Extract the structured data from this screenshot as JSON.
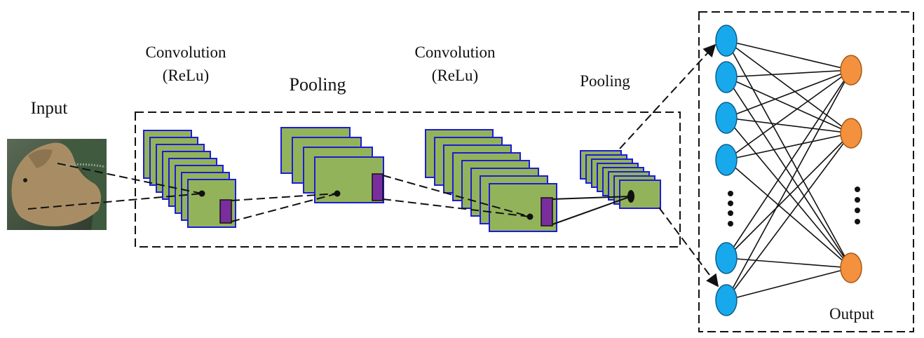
{
  "labels": {
    "input": "Input",
    "conv1_line1": "Convolution",
    "conv1_line2": "(ReLu)",
    "pool1": "Pooling",
    "conv2_line1": "Convolution",
    "conv2_line2": "(ReLu)",
    "pool2": "Pooling",
    "output": "Output"
  },
  "colors": {
    "feature_map_fill": "#93b35a",
    "feature_map_border": "#1c1cd6",
    "kernel": "#7a2e9e",
    "hidden_node": "#17a9ec",
    "output_node": "#f4913e",
    "line": "#111111"
  },
  "network": {
    "hidden_nodes_shown": 6,
    "output_nodes_shown": 3
  }
}
